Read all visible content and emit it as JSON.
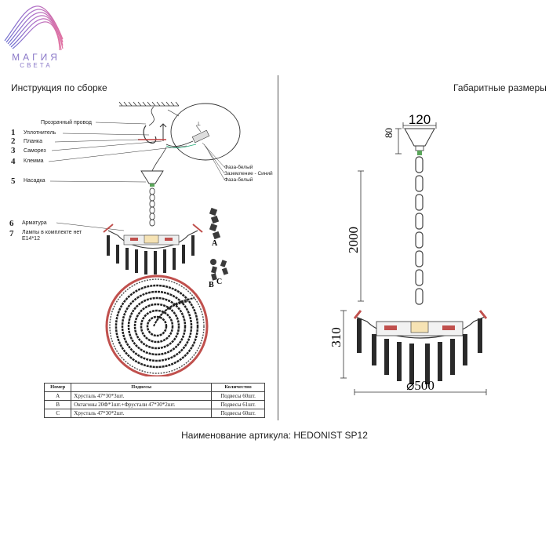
{
  "brand": {
    "name": "МАГИЯ",
    "tagline": "СВЕТА"
  },
  "left_title": "Инструкция по сборке",
  "right_title": "Габаритные размеры",
  "wire_label": "Прозрачный провод",
  "steps": [
    {
      "num": "1",
      "label": "Уплотнитель"
    },
    {
      "num": "2",
      "label": "Планка"
    },
    {
      "num": "3",
      "label": "Саморез"
    },
    {
      "num": "4",
      "label": "Клемма"
    },
    {
      "num": "5",
      "label": "Насадка"
    },
    {
      "num": "6",
      "label": "Арматура"
    },
    {
      "num": "7",
      "label": "Лампы в комплекте нет",
      "sub": "E14*12"
    }
  ],
  "wiring": {
    "phase1": "Фаза-белый",
    "ground": "Заземление - Синий",
    "phase2": "Фаза-белый"
  },
  "crystal_letters": {
    "a": "A",
    "b": "B",
    "c": "C"
  },
  "table": {
    "headers": [
      "Номер",
      "Подвесы",
      "Количество"
    ],
    "rows": [
      [
        "A",
        "Хрусталь 47*30*3шт.",
        "Подвесы 60шт."
      ],
      [
        "B",
        "Октагоны 20Ф*1шт.+Фрустали 47*30*2шт.",
        "Подвесы 61шт."
      ],
      [
        "C",
        "Хрусталь 47*30*2шт.",
        "Подвесы 60шт."
      ]
    ]
  },
  "dimensions": {
    "top_width": "120",
    "canopy_height": "80",
    "chain_length": "2000",
    "body_height": "310",
    "diameter": "⌀500"
  },
  "article": "Наименование артикула: HEDONIST SP12",
  "colors": {
    "brand_purple": "#8a78c8",
    "brand_pink": "#d070b0",
    "arm_red": "#c0504d",
    "crystal": "#2a2a2a",
    "canopy_green": "#5aa55a"
  }
}
